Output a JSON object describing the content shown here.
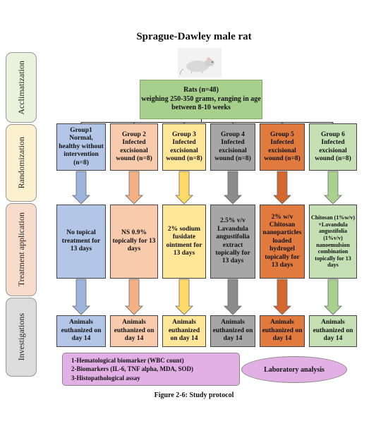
{
  "title": "Sprague-Dawley male rat",
  "phases": {
    "acclimatization": "Acclimatization",
    "randomization": "Randomization",
    "treatment": "Treatment application",
    "investigations": "Investigations"
  },
  "rats_box": {
    "line1": "Rats (n=48)",
    "line2": "weighing 250-350 grams, ranging in age",
    "line3": "between 8-10 weeks"
  },
  "groups": [
    {
      "name": "Group1",
      "desc": "Normal, healthy without intervention",
      "n": "(n=8)",
      "color": "#b3c6e7",
      "arrow": "#9db4dc"
    },
    {
      "name": "Group 2",
      "desc": "Infected excisional wound (n=8)",
      "n": "",
      "color": "#f8cbad",
      "arrow": "#f4b183"
    },
    {
      "name": "Group 3",
      "desc": "Infected excisional wound (n=8)",
      "n": "",
      "color": "#ffe699",
      "arrow": "#ffd966"
    },
    {
      "name": "Group 4",
      "desc": "Infected excisional wound (n=8)",
      "n": "",
      "color": "#a6a6a6",
      "arrow": "#8c8c8c"
    },
    {
      "name": "Group 5",
      "desc": "Infected excisional wound (n=8)",
      "n": "",
      "color": "#e07a3f",
      "arrow": "#d3672e"
    },
    {
      "name": "Group 6",
      "desc": "Infected excisional wound (n=8)",
      "n": "",
      "color": "#c5e0b4",
      "arrow": "#a9d18e"
    }
  ],
  "treatments": [
    "No topical treatment for 13 days",
    "NS 0.9% topically for 13 days",
    "2% sodium fusidate ointment for 13 days",
    "2.5% v/v Lavandula angustifolia extract topically for 13 days",
    "2% w/v Chitosan nanoparticles loaded hydrogel topically for 13 days",
    "Chitosan (1%w/v) +Lavandula angustifolia (1%v/v) nanoemulsion combination topically for 13 days"
  ],
  "investigations": [
    "Animals euthanized on day 14",
    "Animals euthanized on day 14",
    "Animals euthanized on day 14",
    "Animals euthanized on day 14",
    "Animals euthanized on day 14",
    "Animals euthanized on day 14"
  ],
  "analyses": [
    "1-Hematological biomarker (WBC count)",
    "2-Biomarkers (IL-6, TNF alpha, MDA, SOD)",
    "3-Histopathological assay"
  ],
  "lab_analysis": "Laboratory analysis",
  "caption": "Figure 2-6: Study protocol"
}
